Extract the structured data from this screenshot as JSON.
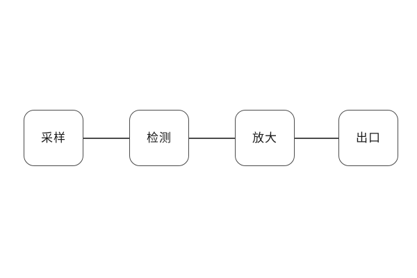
{
  "diagram": {
    "type": "flow-block-diagram",
    "background_color": "#ffffff",
    "node_border_color": "#4a4a4a",
    "connector_color": "#4a4a4a",
    "text_color": "#1a1a1a",
    "nodes": [
      {
        "id": "sampling",
        "label": "采样"
      },
      {
        "id": "detection",
        "label": "检测"
      },
      {
        "id": "amplification",
        "label": "放大"
      },
      {
        "id": "output",
        "label": "出口"
      }
    ],
    "connections": [
      {
        "from": "采样",
        "to": "检测"
      },
      {
        "from": "检测",
        "to": "放大"
      },
      {
        "from": "放大",
        "to": "出口"
      }
    ]
  }
}
